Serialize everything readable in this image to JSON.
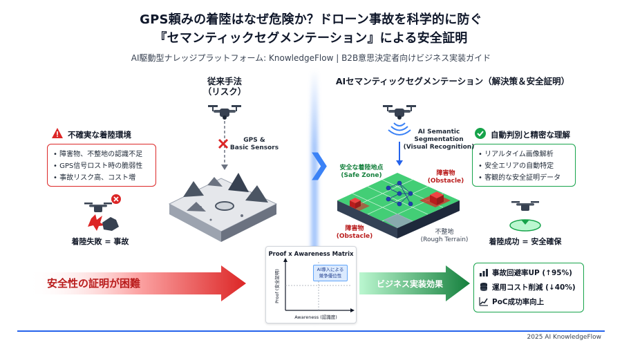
{
  "header": {
    "title_line1": "GPS頼みの着陸はなぜ危険か？ドローン事故を科学的に防ぐ",
    "title_line2": "『セマンティックセグメンテーション』による安全証明",
    "subtitle": "AI駆動型ナレッジプラットフォーム: KnowledgeFlow | B2B意思決定者向けビジネス実装ガイド"
  },
  "left": {
    "heading_line1": "従来手法",
    "heading_line2": "（リスク）",
    "box_title": "不確実な着陸環境",
    "items": [
      "障害物、不整地の認識不足",
      "GPS信号ロスト時の脆弱性",
      "事故リスク高、コスト増"
    ],
    "sensor_label_line1": "GPS &",
    "sensor_label_line2": "Basic Sensors",
    "caption": "着陸失敗 = 事故"
  },
  "right": {
    "heading": "AIセマンティックセグメンテーション（解決策＆安全証明）",
    "box_title": "自動判別と精密な理解",
    "items": [
      "リアルタイム画像解析",
      "安全エリアの自動特定",
      "客観的な安全証明データ"
    ],
    "ai_label_line1": "AI Semantic",
    "ai_label_line2": "Segmentation",
    "ai_label_line3": "(Visual Recognition)",
    "safe_zone_line1": "安全な着陸地点",
    "safe_zone_line2": "(Safe Zone)",
    "obstacle1_line1": "障害物",
    "obstacle1_line2": "(Obstacle)",
    "obstacle2_line1": "障害物",
    "obstacle2_line2": "(Obstacle)",
    "rough_line1": "不整地",
    "rough_line2": "(Rough Terrain)",
    "caption": "着陸成功 = 安全確保"
  },
  "bottom": {
    "left_arrow": "安全性の証明が困難",
    "right_arrow": "ビジネス実装効果",
    "matrix": {
      "title": "Proof x Awareness Matrix",
      "y_label": "Proof (安全証明)",
      "x_label": "Awareness (認識度)",
      "highlight_line1": "AI導入による",
      "highlight_line2": "競争優位性"
    },
    "metrics": [
      "事故回避率UP (↑95%)",
      "運用コスト削減 (↓40%)",
      "PoC成功率向上"
    ]
  },
  "footer": "2025 AI KnowledgeFlow",
  "colors": {
    "danger": "#dc2626",
    "success": "#16a34a",
    "accent": "#2563eb"
  }
}
